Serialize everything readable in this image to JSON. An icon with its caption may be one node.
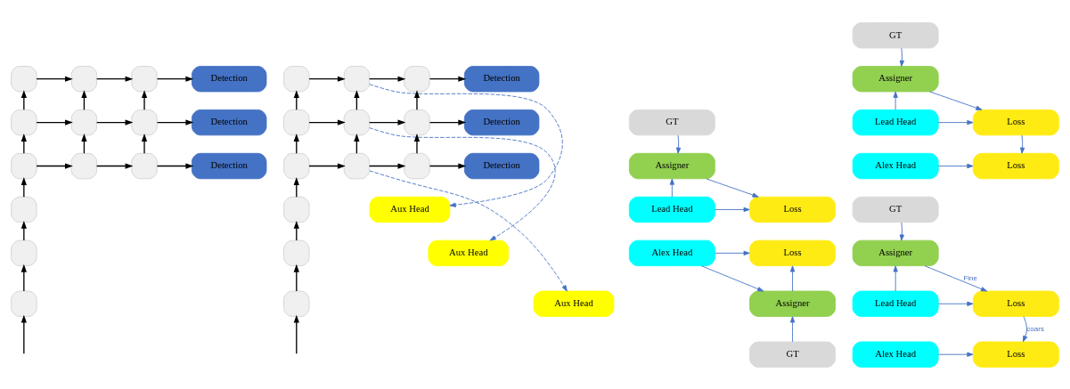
{
  "diagram": {
    "nodes": [
      {
        "text": [],
        "shape": "box"
      },
      {
        "text": [],
        "shape": "box"
      },
      {
        "text": [],
        "shape": "box"
      },
      {
        "text": [
          "Detection"
        ]
      },
      {
        "text": [],
        "shape": "box"
      },
      {
        "text": [],
        "shape": "box"
      },
      {
        "text": [],
        "shape": "box"
      },
      {
        "text": [
          "Detection"
        ]
      },
      {
        "text": [],
        "shape": "box"
      },
      {
        "text": [],
        "shape": "box"
      },
      {
        "text": [],
        "shape": "box"
      },
      {
        "text": [
          "Detection"
        ]
      },
      {
        "text": [],
        "shape": "box"
      },
      {
        "text": [],
        "shape": "box"
      },
      {
        "text": [],
        "shape": "box"
      },
      {
        "text": [],
        "shape": "box"
      },
      {
        "text": [],
        "shape": "box"
      },
      {
        "text": [],
        "shape": "box"
      },
      {
        "text": [
          "Detection"
        ]
      },
      {
        "text": [],
        "shape": "box"
      },
      {
        "text": [],
        "shape": "box"
      },
      {
        "text": [],
        "shape": "box"
      },
      {
        "text": [
          "Detection"
        ]
      },
      {
        "text": [],
        "shape": "box"
      },
      {
        "text": [],
        "shape": "box"
      },
      {
        "text": [],
        "shape": "box"
      },
      {
        "text": [
          "Detection"
        ]
      },
      {
        "text": [],
        "shape": "box"
      },
      {
        "text": [],
        "shape": "box"
      },
      {
        "text": [],
        "shape": "box"
      },
      {
        "text": [
          "Aux Head"
        ]
      },
      {
        "text": [
          "Aux Head"
        ]
      },
      {
        "text": [
          "Aux Head"
        ]
      },
      {
        "text": [
          "GT"
        ]
      },
      {
        "text": [
          "Assigner"
        ]
      },
      {
        "text": [
          "Lead Head"
        ]
      },
      {
        "text": [
          "Loss"
        ]
      },
      {
        "text": [
          "Alex Head"
        ]
      },
      {
        "text": [
          "Loss"
        ]
      },
      {
        "text": [
          "Assigner"
        ]
      },
      {
        "text": [
          "GT"
        ]
      },
      {
        "text": [
          "GT"
        ]
      },
      {
        "text": [
          "Assigner"
        ]
      },
      {
        "text": [
          "Lead Head"
        ]
      },
      {
        "text": [
          "Loss"
        ]
      },
      {
        "text": [
          "Alex Head"
        ]
      },
      {
        "text": [
          "Loss"
        ]
      },
      {
        "text": [
          "GT"
        ]
      },
      {
        "text": [
          "Assigner"
        ]
      },
      {
        "text": [
          "Lead Head"
        ]
      },
      {
        "text": [
          "Loss"
        ]
      },
      {
        "text": [
          "Alex Head"
        ]
      },
      {
        "text": [
          "Loss"
        ]
      }
    ],
    "edges": [
      {
        "from": null,
        "to": 14,
        "arrow": "to"
      },
      {
        "from": 14,
        "to": 13,
        "arrow": "to"
      },
      {
        "from": 13,
        "to": 12,
        "arrow": "to"
      },
      {
        "from": 12,
        "to": 8,
        "arrow": "to"
      },
      {
        "from": 8,
        "to": 4,
        "arrow": "to"
      },
      {
        "from": 4,
        "to": 0,
        "arrow": "to"
      },
      {
        "from": 9,
        "to": 5,
        "arrow": "to"
      },
      {
        "from": 5,
        "to": 1,
        "arrow": "to"
      },
      {
        "from": 10,
        "to": 6,
        "arrow": "to"
      },
      {
        "from": 6,
        "to": 2,
        "arrow": "to"
      },
      {
        "from": 8,
        "to": 9,
        "arrow": "to"
      },
      {
        "from": 9,
        "to": 10,
        "arrow": "to"
      },
      {
        "from": 10,
        "to": 11,
        "arrow": "to"
      },
      {
        "from": 4,
        "to": 5,
        "arrow": "to"
      },
      {
        "from": 5,
        "to": 6,
        "arrow": "to"
      },
      {
        "from": 6,
        "to": 7,
        "arrow": "to"
      },
      {
        "from": 0,
        "to": 1,
        "arrow": "to"
      },
      {
        "from": 1,
        "to": 2,
        "arrow": "to"
      },
      {
        "from": 2,
        "to": 3,
        "arrow": "to"
      },
      {
        "from": null,
        "to": 29,
        "arrow": "to"
      },
      {
        "from": 29,
        "to": 28,
        "arrow": "to"
      },
      {
        "from": 28,
        "to": 27,
        "arrow": "to"
      },
      {
        "from": 27,
        "to": 23,
        "arrow": "to"
      },
      {
        "from": 23,
        "to": 19,
        "arrow": "to"
      },
      {
        "from": 19,
        "to": 15,
        "arrow": "to"
      },
      {
        "from": 24,
        "to": 20,
        "arrow": "to"
      },
      {
        "from": 20,
        "to": 16,
        "arrow": "to"
      },
      {
        "from": 25,
        "to": 21,
        "arrow": "to"
      },
      {
        "from": 21,
        "to": 17,
        "arrow": "to"
      },
      {
        "from": 23,
        "to": 24,
        "arrow": "to"
      },
      {
        "from": 24,
        "to": 25,
        "arrow": "to"
      },
      {
        "from": 25,
        "to": 26,
        "arrow": "to"
      },
      {
        "from": 19,
        "to": 20,
        "arrow": "to"
      },
      {
        "from": 20,
        "to": 21,
        "arrow": "to"
      },
      {
        "from": 21,
        "to": 22,
        "arrow": "to"
      },
      {
        "from": 15,
        "to": 16,
        "arrow": "to"
      },
      {
        "from": 16,
        "to": 17,
        "arrow": "to"
      },
      {
        "from": 17,
        "to": 18,
        "arrow": "to"
      },
      {
        "from": 16,
        "to": 30,
        "arrow": "to",
        "style": "dashed",
        "color": "#4472c4"
      },
      {
        "from": 20,
        "to": 31,
        "arrow": "to",
        "style": "dashed",
        "color": "#4472c4"
      },
      {
        "from": 24,
        "to": 32,
        "arrow": "to",
        "style": "dashed",
        "color": "#4472c4"
      },
      {
        "from": 33,
        "to": 34,
        "arrow": "to",
        "color": "#4472c4"
      },
      {
        "from": 35,
        "to": 34,
        "arrow": "to",
        "color": "#4472c4"
      },
      {
        "from": 34,
        "to": 36,
        "arrow": "to",
        "color": "#4472c4"
      },
      {
        "from": 35,
        "to": 36,
        "arrow": "to",
        "color": "#4472c4"
      },
      {
        "from": 37,
        "to": 38,
        "arrow": "to",
        "color": "#4472c4"
      },
      {
        "from": 37,
        "to": 39,
        "arrow": "to",
        "color": "#4472c4"
      },
      {
        "from": 39,
        "to": 38,
        "arrow": "to",
        "color": "#4472c4"
      },
      {
        "from": 40,
        "to": 39,
        "arrow": "to",
        "color": "#4472c4"
      },
      {
        "from": 41,
        "to": 42,
        "arrow": "to",
        "color": "#4472c4"
      },
      {
        "from": 43,
        "to": 42,
        "arrow": "to",
        "color": "#4472c4"
      },
      {
        "from": 42,
        "to": 44,
        "arrow": "to",
        "color": "#4472c4"
      },
      {
        "from": 43,
        "to": 44,
        "arrow": "to",
        "color": "#4472c4"
      },
      {
        "from": 44,
        "to": 46,
        "arrow": "to",
        "color": "#4472c4"
      },
      {
        "from": 45,
        "to": 46,
        "arrow": "to",
        "color": "#4472c4"
      },
      {
        "from": 47,
        "to": 48,
        "arrow": "to",
        "color": "#4472c4"
      },
      {
        "from": 49,
        "to": 48,
        "arrow": "to",
        "color": "#4472c4"
      },
      {
        "from": 48,
        "to": 50,
        "arrow": "to",
        "label": "Fine",
        "color": "#4472c4"
      },
      {
        "from": 49,
        "to": 50,
        "arrow": "to",
        "color": "#4472c4"
      },
      {
        "from": 50,
        "to": 52,
        "arrow": "to",
        "label": "coars",
        "color": "#4472c4"
      },
      {
        "from": 51,
        "to": 52,
        "arrow": "to",
        "color": "#4472c4"
      }
    ]
  }
}
